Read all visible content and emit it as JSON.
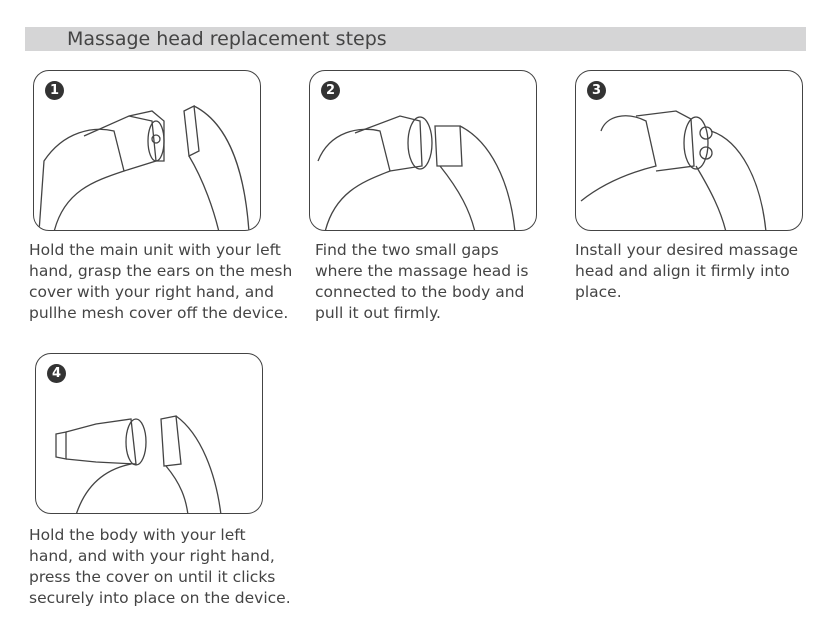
{
  "title": "Massage head replacement steps",
  "steps": [
    {
      "number": "1",
      "text": "Hold the main unit with your left\nhand, grasp the ears on the mesh\ncover with your right hand, and\npullhe mesh cover off the device."
    },
    {
      "number": "2",
      "text": "Find the two small gaps\nwhere the massage head is\nconnected to the body and\npull it out firmly."
    },
    {
      "number": "3",
      "text": "Install your desired massage\nhead and align it firmly into\nplace."
    },
    {
      "number": "4",
      "text": "Hold the body with your left\nhand, and with your right hand,\npress the cover on until it clicks\nsecurely into place on the device."
    }
  ]
}
